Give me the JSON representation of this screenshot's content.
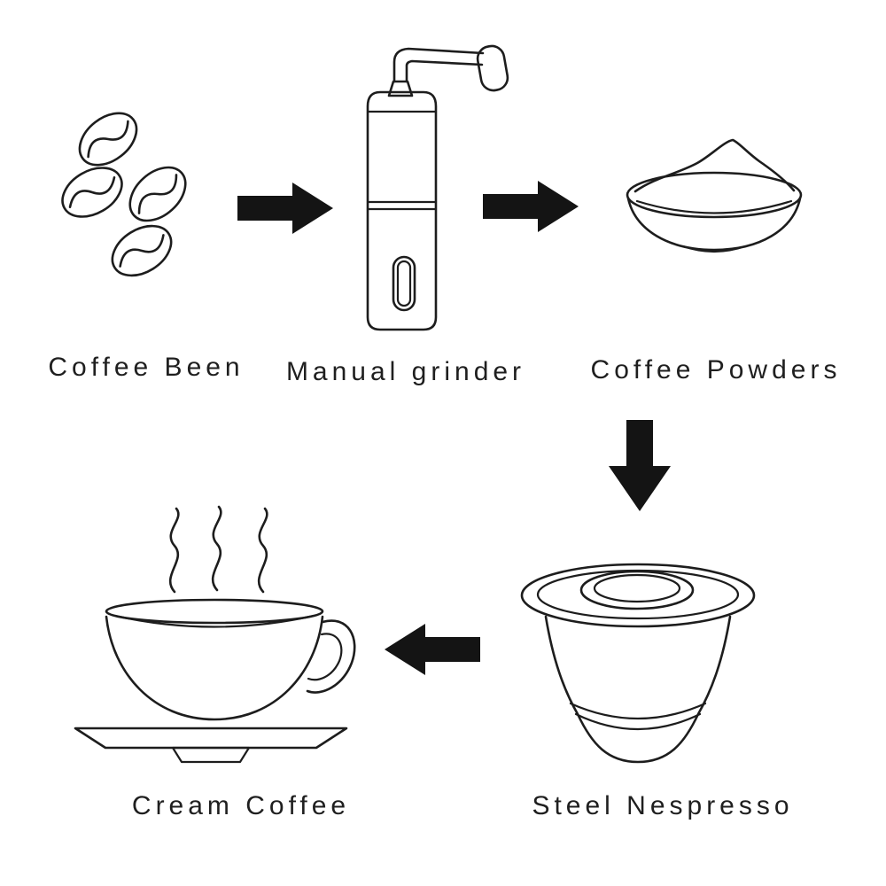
{
  "diagram": {
    "type": "flow",
    "colors": {
      "background": "#ffffff",
      "line": "#1d1d1d",
      "arrow": "#141414",
      "text": "#1f1f1f"
    },
    "steps": [
      {
        "id": "coffee-beans",
        "label": "Coffee Been",
        "icon": "coffee-beans-icon"
      },
      {
        "id": "manual-grinder",
        "label": "Manual grinder",
        "icon": "manual-grinder-icon"
      },
      {
        "id": "coffee-powders",
        "label": "Coffee Powders",
        "icon": "powder-bowl-icon"
      },
      {
        "id": "steel-nespresso",
        "label": "Steel Nespresso",
        "icon": "nespresso-capsule-icon"
      },
      {
        "id": "cream-coffee",
        "label": "Cream Coffee",
        "icon": "coffee-cup-icon"
      }
    ],
    "arrows": [
      {
        "from": "coffee-beans",
        "to": "manual-grinder",
        "direction": "right"
      },
      {
        "from": "manual-grinder",
        "to": "coffee-powders",
        "direction": "right"
      },
      {
        "from": "coffee-powders",
        "to": "steel-nespresso",
        "direction": "down"
      },
      {
        "from": "steel-nespresso",
        "to": "cream-coffee",
        "direction": "left"
      }
    ]
  }
}
